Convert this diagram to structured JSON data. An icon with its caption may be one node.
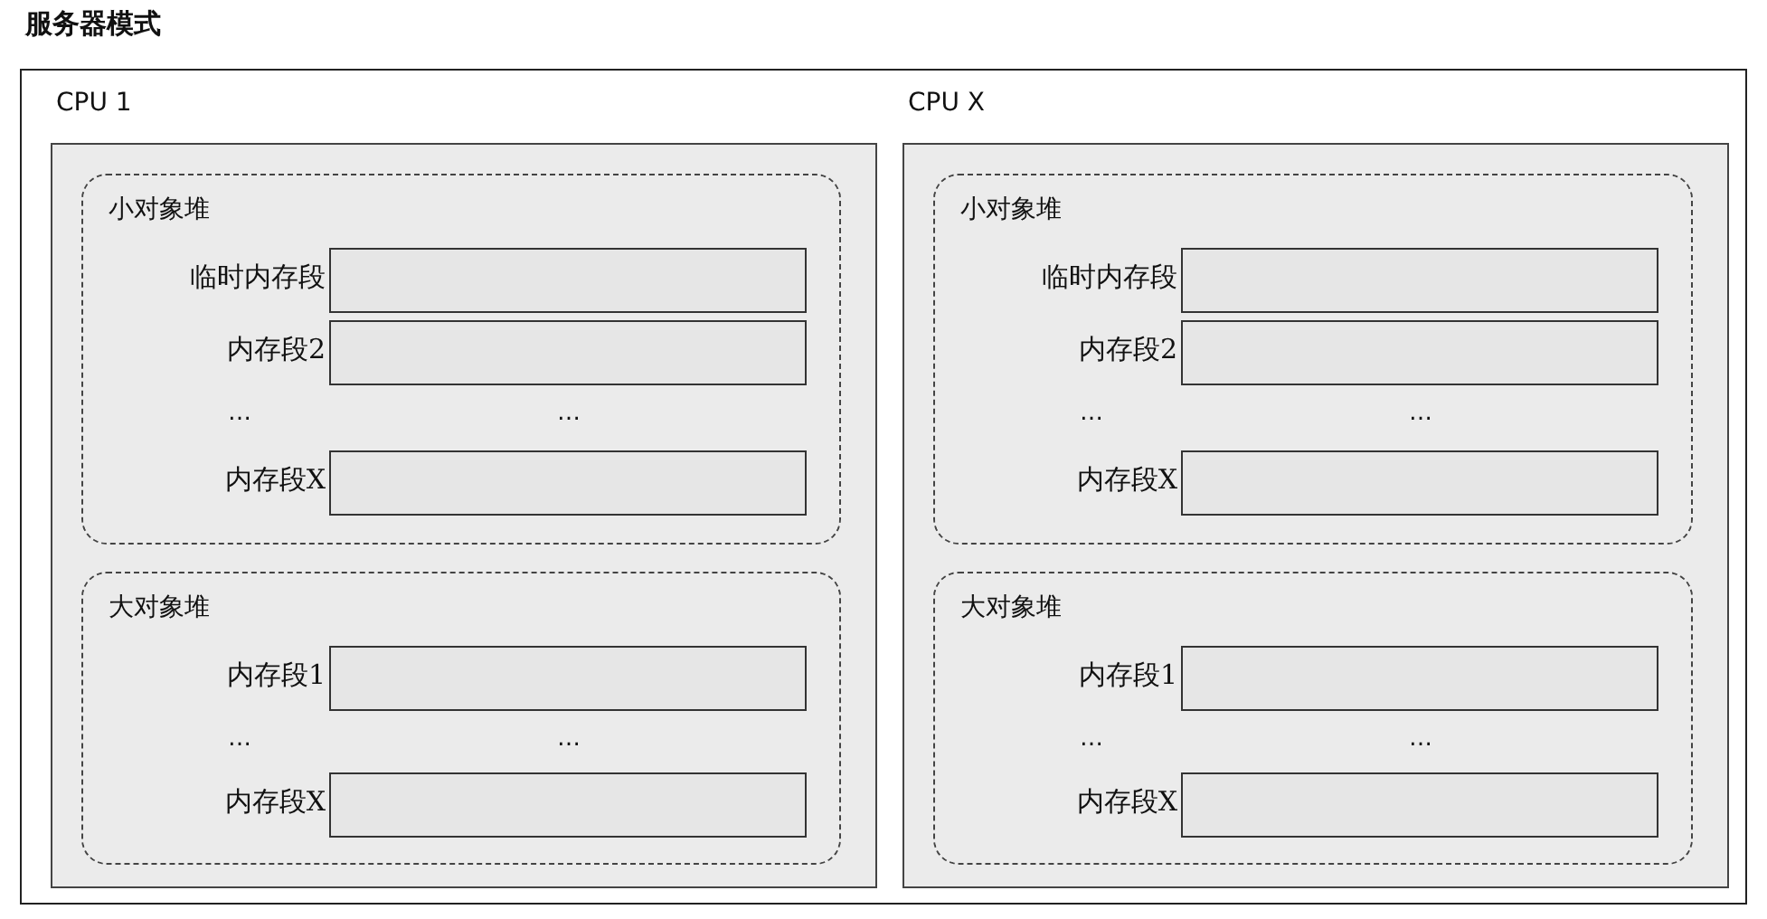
{
  "diagram": {
    "title": "服务器模式",
    "nodes": [
      {
        "text": [],
        "shape": "box"
      },
      {
        "text": [
          "CPU 1"
        ],
        "in": 0
      },
      {
        "text": [
          "小对象堆"
        ],
        "in": 1
      },
      {
        "text": [],
        "shape": "bar",
        "beside": [
          "临时内存段"
        ],
        "in": 2
      },
      {
        "text": [],
        "shape": "bar",
        "beside": [
          "内存段2"
        ],
        "in": 2
      },
      {
        "text": [],
        "shape": "bar",
        "beside": [
          "内存段X"
        ],
        "in": 2
      },
      {
        "text": [
          "大对象堆"
        ],
        "in": 1
      },
      {
        "text": [],
        "shape": "bar",
        "beside": [
          "内存段1"
        ],
        "in": 6
      },
      {
        "text": [],
        "shape": "bar",
        "beside": [
          "内存段X"
        ],
        "in": 6
      },
      {
        "text": [
          "CPU X"
        ],
        "in": 0
      },
      {
        "text": [
          "小对象堆"
        ],
        "in": 9
      },
      {
        "text": [],
        "shape": "bar",
        "beside": [
          "临时内存段"
        ],
        "in": 10
      },
      {
        "text": [],
        "shape": "bar",
        "beside": [
          "内存段2"
        ],
        "in": 10
      },
      {
        "text": [],
        "shape": "bar",
        "beside": [
          "内存段X"
        ],
        "in": 10
      },
      {
        "text": [
          "大对象堆"
        ],
        "in": 9
      },
      {
        "text": [],
        "shape": "bar",
        "beside": [
          "内存段1"
        ],
        "in": 14
      },
      {
        "text": [],
        "shape": "bar",
        "beside": [
          "内存段X"
        ],
        "in": 14
      }
    ],
    "labels": [
      "…",
      "…",
      "…",
      "…",
      "…",
      "…",
      "…",
      "…"
    ]
  }
}
